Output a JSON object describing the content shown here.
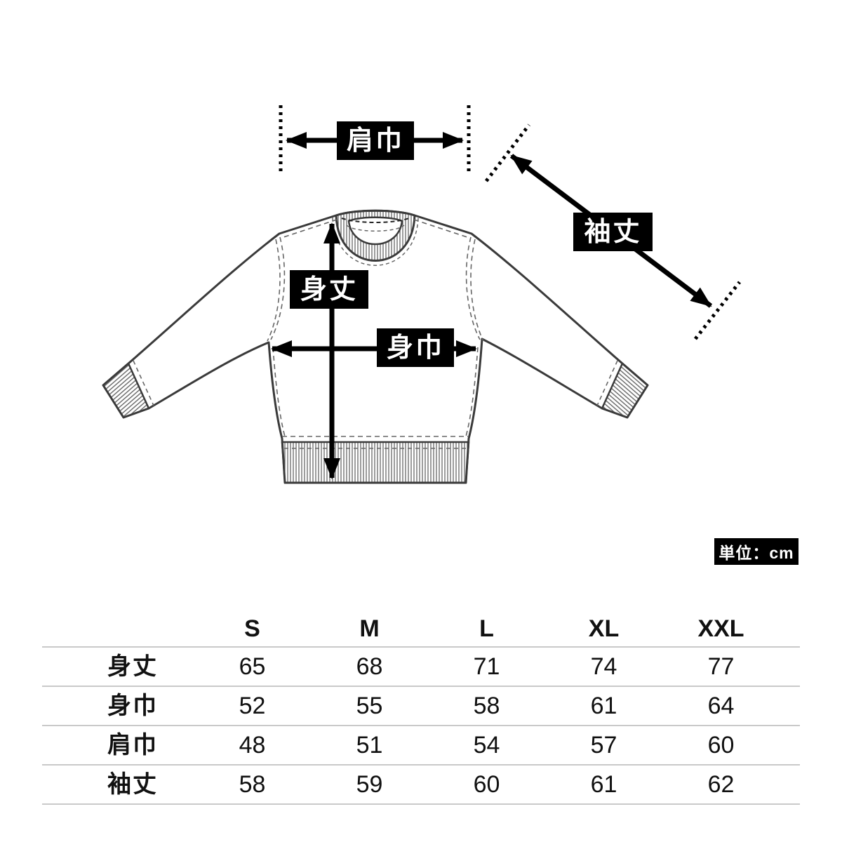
{
  "page": {
    "background": "#ffffff"
  },
  "diagram": {
    "garment": "crew-neck sweatshirt line drawing",
    "measurement_labels": {
      "shoulder_width": "肩巾",
      "sleeve_length": "袖丈",
      "body_length": "身丈",
      "body_width": "身巾"
    },
    "unit_badge": "単位：cm",
    "colors": {
      "label_background": "#000000",
      "label_text": "#ffffff",
      "line_art": "#3a3a3a",
      "stitch_line": "#666666",
      "arrow": "#000000",
      "table_line": "#c9c9c9"
    }
  },
  "size_table": {
    "columns": [
      "S",
      "M",
      "L",
      "XL",
      "XXL"
    ],
    "rows": [
      {
        "label": "身丈",
        "values": [
          "65",
          "68",
          "71",
          "74",
          "77"
        ]
      },
      {
        "label": "身巾",
        "values": [
          "52",
          "55",
          "58",
          "61",
          "64"
        ]
      },
      {
        "label": "肩巾",
        "values": [
          "48",
          "51",
          "54",
          "57",
          "60"
        ]
      },
      {
        "label": "袖丈",
        "values": [
          "58",
          "59",
          "60",
          "61",
          "62"
        ]
      }
    ]
  }
}
